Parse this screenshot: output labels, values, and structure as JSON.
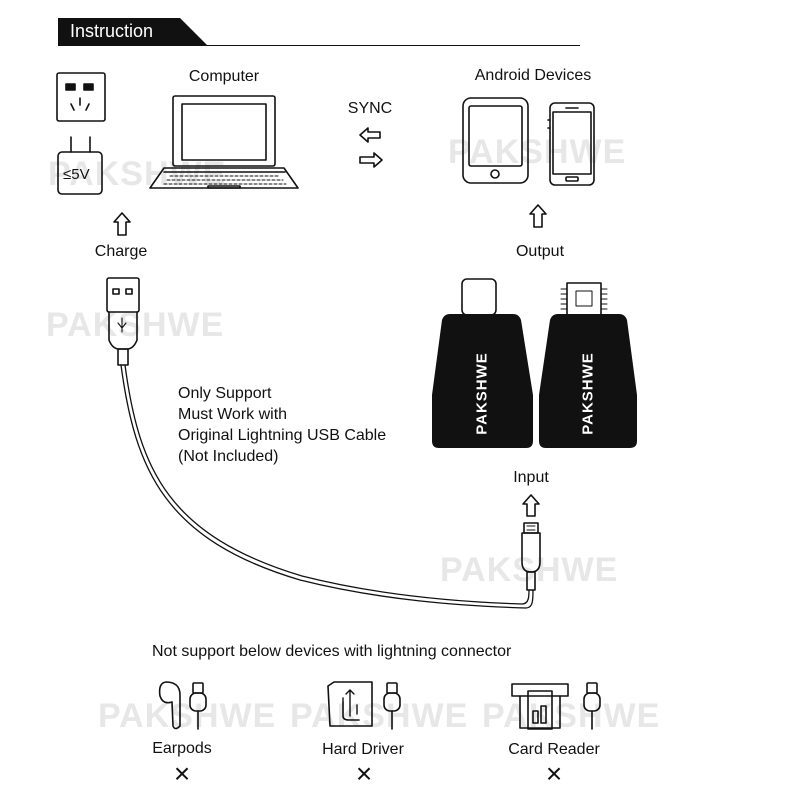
{
  "header": {
    "title": "Instruction"
  },
  "top": {
    "computer_label": "Computer",
    "android_label": "Android Devices",
    "sync_label": "SYNC",
    "charger_voltage": "≤5V"
  },
  "labels": {
    "charge": "Charge",
    "output": "Output",
    "input": "Input"
  },
  "note": [
    "Only Support",
    "Must Work with",
    "Original Lightning USB Cable",
    "(Not Included)"
  ],
  "adapters": [
    {
      "brand": "PAKSHWE",
      "connector": "usb-c-connector"
    },
    {
      "brand": "PAKSHWE",
      "connector": "micro-usb-connector"
    }
  ],
  "unsupported": {
    "heading": "Not support below devices with lightning connector",
    "items": [
      {
        "label": "Earpods",
        "icon": "earpods-icon"
      },
      {
        "label": "Hard Driver",
        "icon": "hard-drive-icon"
      },
      {
        "label": "Card Reader",
        "icon": "card-reader-icon"
      }
    ],
    "mark": "×"
  },
  "watermark": "PAKSHWE",
  "colors": {
    "ink": "#111111",
    "watermark": "#e7e7e7",
    "background": "#ffffff"
  }
}
